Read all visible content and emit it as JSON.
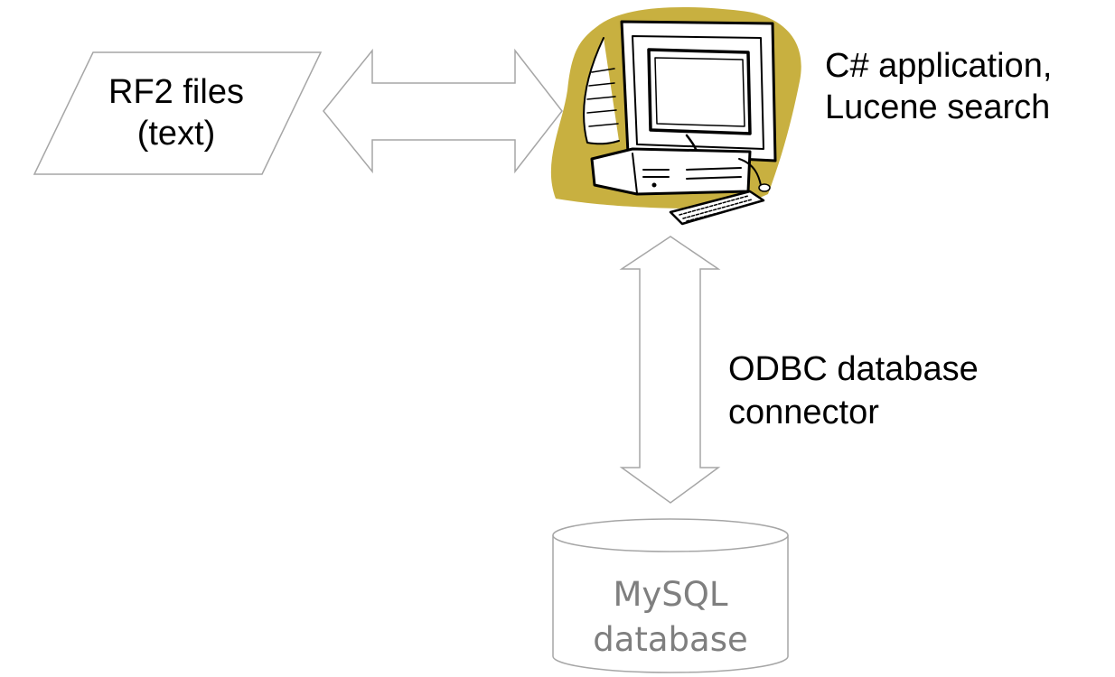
{
  "nodes": {
    "rf2_files": {
      "line1": "RF2 files",
      "line2": "(text)"
    },
    "application": {
      "line1": "C# application,",
      "line2": "Lucene search"
    },
    "database": {
      "line1": "MySQL",
      "line2": "database"
    }
  },
  "connectors": {
    "rf2_to_app": {
      "label": ""
    },
    "app_to_db": {
      "line1": "ODBC database",
      "line2": "connector"
    }
  },
  "icons": {
    "computer": "computer-clipart-icon"
  },
  "colors": {
    "blob": "#c8b040",
    "outline": "#a6a6a6",
    "database_text": "#7f7f7f",
    "text": "#000000"
  }
}
